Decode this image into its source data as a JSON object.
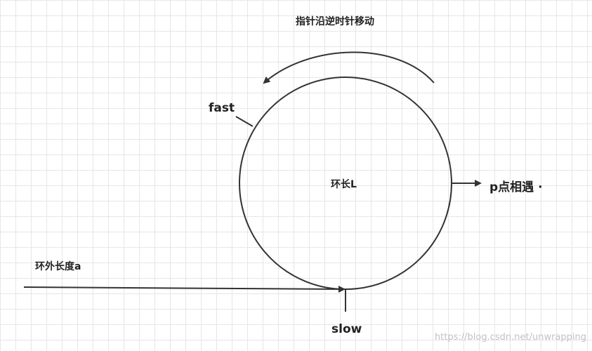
{
  "labels": {
    "direction": "指针沿逆时针移动",
    "fast": "fast",
    "ring_length": "环长L",
    "meet": "p点相遇 ·",
    "outside_length": "环外长度a",
    "slow": "slow"
  },
  "watermark": "https://blog.csdn.net/unwrapping",
  "colors": {
    "stroke": "#333333",
    "grid": "#e6e6e6",
    "watermark": "#c2c2c2"
  }
}
